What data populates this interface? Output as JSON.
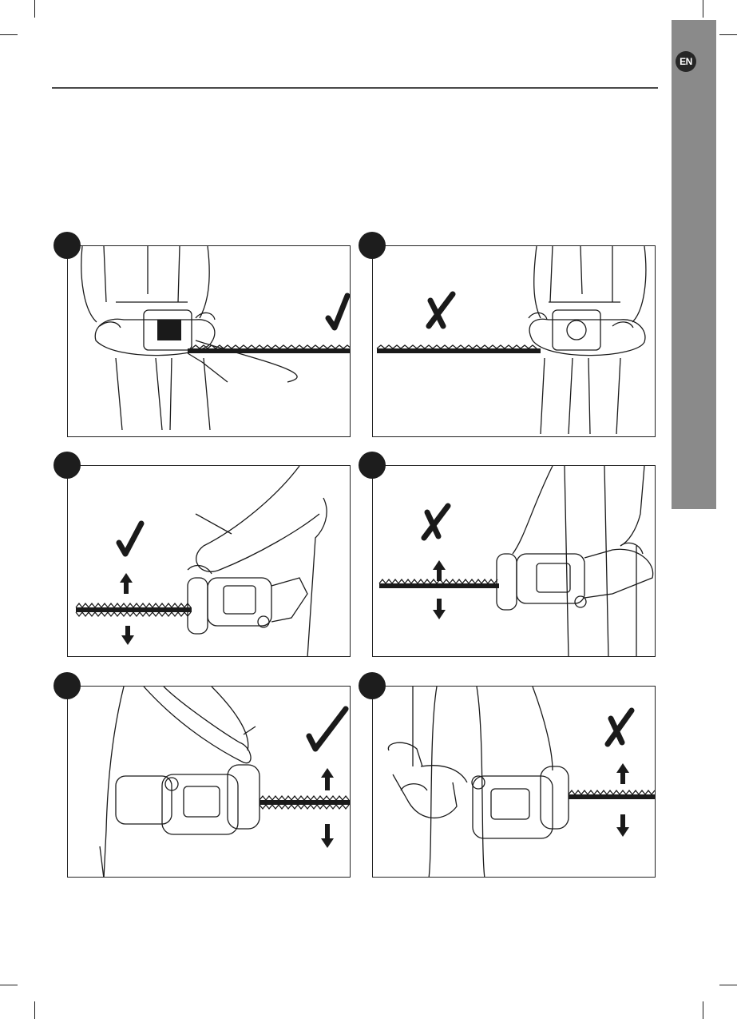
{
  "language_tab": {
    "code": "EN"
  },
  "figures": [
    {
      "id": "fig1",
      "verdict": "check"
    },
    {
      "id": "fig2",
      "verdict": "cross"
    },
    {
      "id": "fig3",
      "verdict": "check"
    },
    {
      "id": "fig4",
      "verdict": "cross"
    },
    {
      "id": "fig5",
      "verdict": "check"
    },
    {
      "id": "fig6",
      "verdict": "cross"
    }
  ],
  "colors": {
    "tab": "#8a8a8a",
    "marker": "#1d1d1d",
    "rule": "#4a4a4a",
    "ink": "#1a1a1a"
  },
  "icons": [
    "check-mark-icon",
    "cross-mark-icon",
    "up-arrow-icon",
    "down-arrow-icon"
  ]
}
